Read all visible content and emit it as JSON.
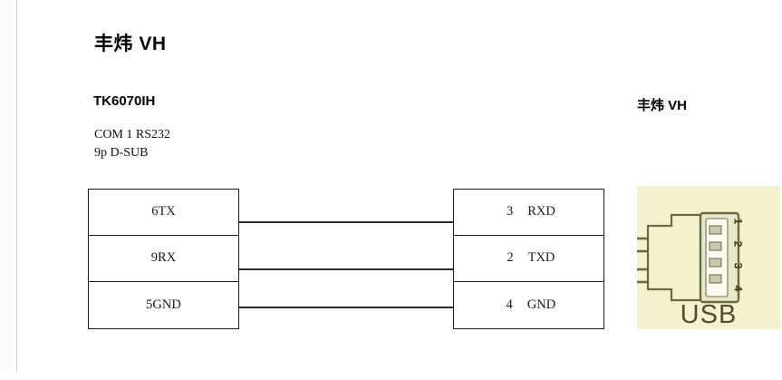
{
  "page": {
    "heading": "丰炜 VH",
    "background_color": "#ffffff"
  },
  "left_device": {
    "name": "TK6070IH",
    "port_line_1": "COM 1 RS232",
    "port_line_2": "9p D-SUB",
    "pins": [
      {
        "label": "6TX"
      },
      {
        "label": "9RX"
      },
      {
        "label": "5GND"
      }
    ]
  },
  "right_device": {
    "name": "丰炜 VH",
    "pins": [
      {
        "number": "3",
        "signal": "RXD"
      },
      {
        "number": "2",
        "signal": "TXD"
      },
      {
        "number": "4",
        "signal": "GND"
      }
    ]
  },
  "connector_image": {
    "caption": "USB",
    "pin_numbers": [
      "1",
      "2",
      "3",
      "4"
    ],
    "background_color": "#f4f1cf",
    "outline_color": "#6b6a3e"
  }
}
